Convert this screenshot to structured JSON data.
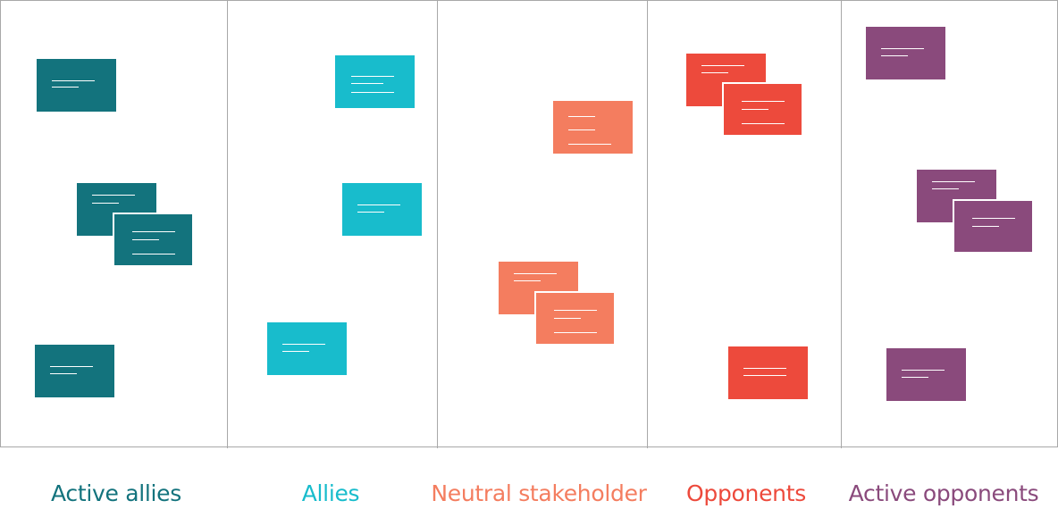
{
  "colors": {
    "active_allies": "#13737d",
    "allies": "#18bccc",
    "neutral": "#f47d5f",
    "opponents": "#ed4a3c",
    "active_opponents": "#8a4a7c",
    "divider": "#a8a8a8"
  },
  "columns": [
    {
      "key": "active_allies",
      "label": "Active allies"
    },
    {
      "key": "allies",
      "label": "Allies"
    },
    {
      "key": "neutral",
      "label": "Neutral stakeholder"
    },
    {
      "key": "opponents",
      "label": "Opponents"
    },
    {
      "key": "active_opponents",
      "label": "Active opponents"
    }
  ]
}
